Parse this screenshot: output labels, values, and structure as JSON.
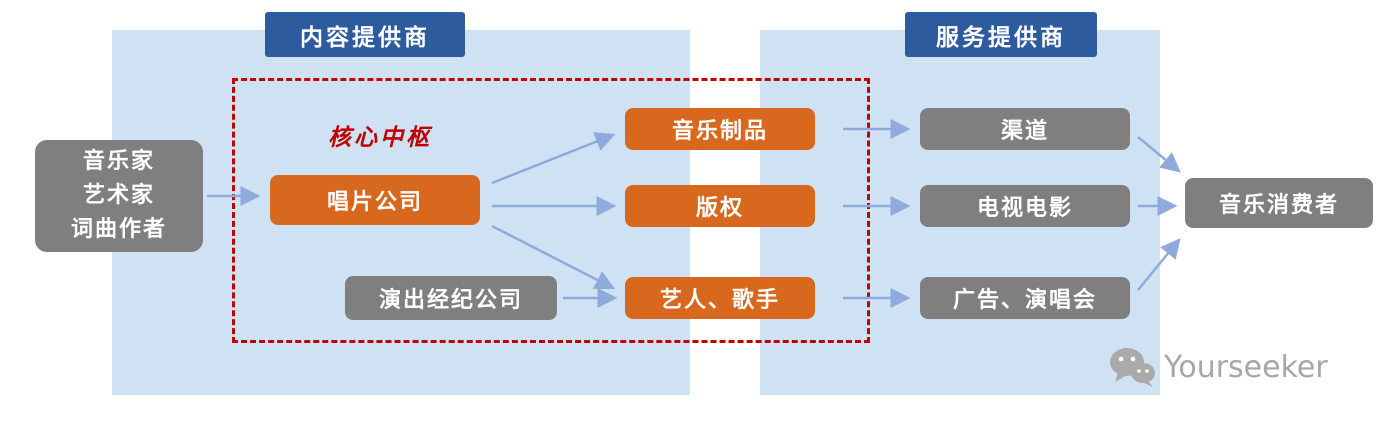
{
  "headers": {
    "content_provider": "内容提供商",
    "service_provider": "服务提供商"
  },
  "core_hub_label": "核心中枢",
  "nodes": {
    "creators": [
      "音乐家",
      "艺术家",
      "词曲作者"
    ],
    "record_company": "唱片公司",
    "performance_agency": "演出经纪公司",
    "music_products": "音乐制品",
    "copyright": "版权",
    "artists_singers": "艺人、歌手",
    "channels": "渠道",
    "tv_film": "电视电影",
    "ads_concerts": "广告、演唱会",
    "music_consumers": "音乐消费者"
  },
  "watermark": {
    "icon": "wechat-icon",
    "text": "Yourseeker"
  },
  "colors": {
    "panel_blue": "#cfe2f3",
    "header_blue": "#2e5b9e",
    "box_orange": "#d9681f",
    "box_gray": "#7f7f7f",
    "dashed_red": "#c00000",
    "arrow_blue": "#8faadc",
    "watermark_gray": "#a6a6a6"
  }
}
